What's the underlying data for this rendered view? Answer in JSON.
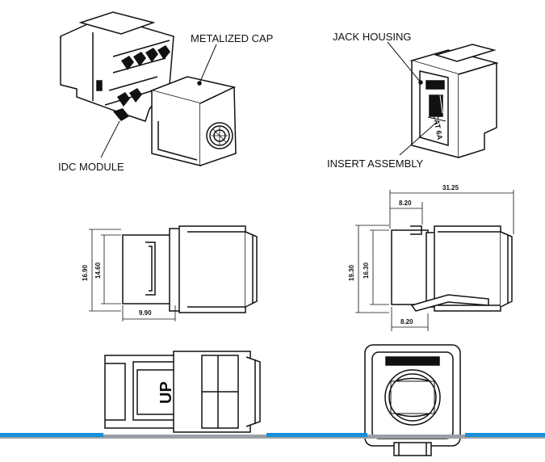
{
  "callouts": {
    "metalized_cap": "METALIZED CAP",
    "jack_housing": "JACK HOUSING",
    "idc_module": "IDC MODULE",
    "insert_assembly": "INSERT ASSEMBLY"
  },
  "insert_marking": "CAT 6A",
  "side_view_dimensions": {
    "height_outer": "16.90",
    "height_inner": "14.60",
    "width_bottom": "9.90"
  },
  "side_view_right_dimensions": {
    "overall_length": "31.25",
    "top_offset": "8.20",
    "height_outer": "19.30",
    "height_inner": "16.30",
    "bottom_offset": "8.20"
  },
  "top_view_label": "UP",
  "colors": {
    "line": "#111111",
    "accent_blue": "#1a8fd8",
    "divider_gray": "#9aa0a6"
  }
}
